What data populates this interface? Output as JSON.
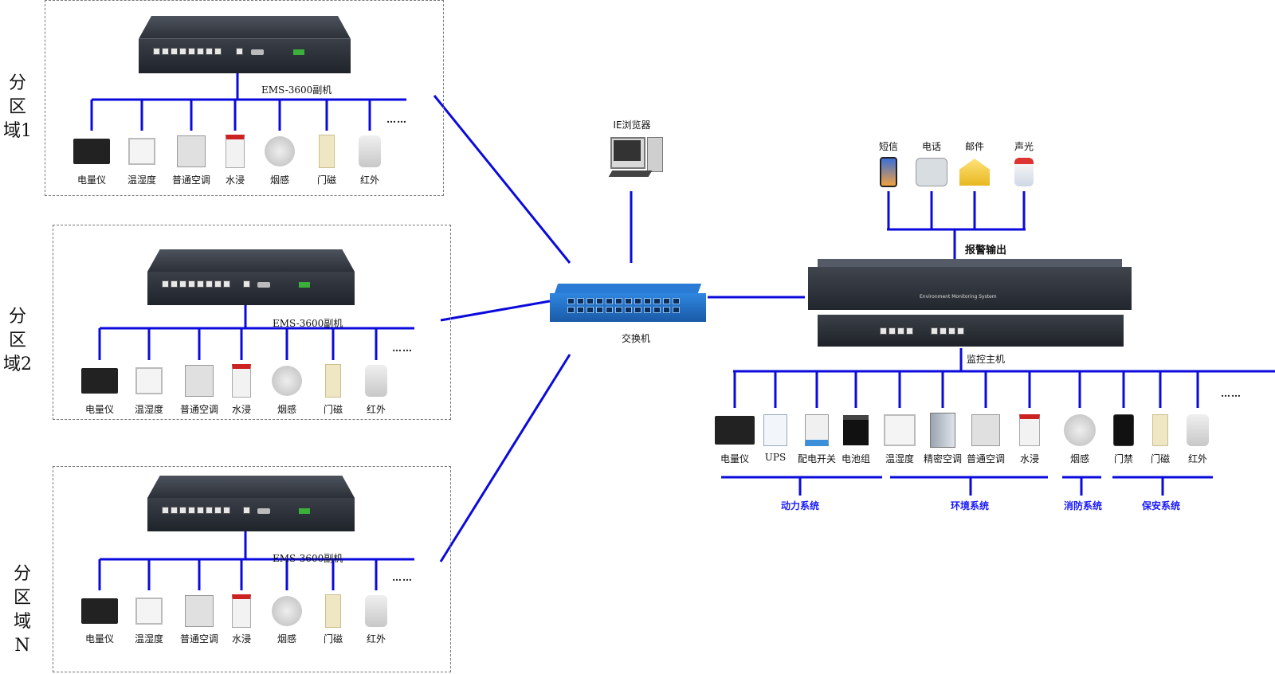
{
  "regions": [
    {
      "label": "分区\n域1",
      "unit_label": "EMS-3600副机",
      "devices": [
        "电量仪",
        "温湿度",
        "普通空调",
        "水浸",
        "烟感",
        "门磁",
        "红外"
      ],
      "more": "……"
    },
    {
      "label": "分区\n域2",
      "unit_label": "EMS-3600副机",
      "devices": [
        "电量仪",
        "温湿度",
        "普通空调",
        "水浸",
        "烟感",
        "门磁",
        "红外"
      ],
      "more": "……"
    },
    {
      "label": "分区\n域N",
      "unit_label": "EMS-3600副机",
      "devices": [
        "电量仪",
        "温湿度",
        "普通空调",
        "水浸",
        "烟感",
        "门磁",
        "红外"
      ],
      "more": "……"
    }
  ],
  "browser": {
    "label": "IE浏览器"
  },
  "switch": {
    "label": "交换机"
  },
  "alarm": {
    "label": "报警输出",
    "outputs": [
      "短信",
      "电话",
      "邮件",
      "声光"
    ]
  },
  "host": {
    "label": "监控主机",
    "panel_text": "Environment Monitoring System",
    "devices": [
      "电量仪",
      "UPS",
      "配电开关",
      "电池组",
      "温湿度",
      "精密空调",
      "普通空调",
      "水浸",
      "烟感",
      "门禁",
      "门磁",
      "红外"
    ],
    "more": "……"
  },
  "systems": [
    "动力系统",
    "环境系统",
    "消防系统",
    "保安系统"
  ],
  "colors": {
    "line": "#0a0adc",
    "system_text": "#1a1aff"
  }
}
